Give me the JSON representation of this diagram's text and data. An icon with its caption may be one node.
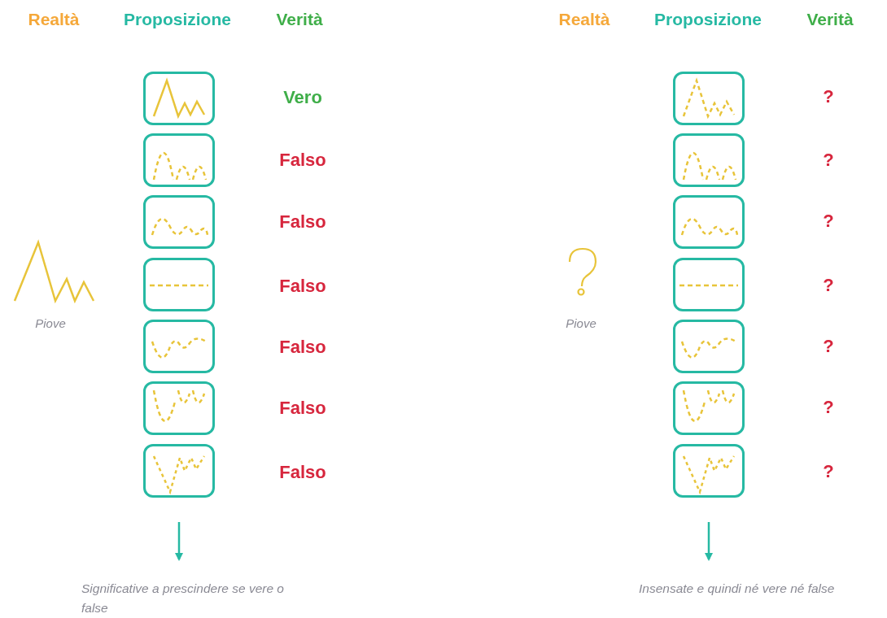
{
  "diagram": {
    "nodes": [
      {
        "text": [],
        "shape": "box"
      },
      {
        "text": [],
        "shape": "box"
      },
      {
        "text": [],
        "shape": "box"
      },
      {
        "text": [],
        "shape": "box"
      },
      {
        "text": [],
        "shape": "box"
      },
      {
        "text": [],
        "shape": "box"
      },
      {
        "text": [],
        "shape": "box"
      },
      {
        "text": [
          "Significative a prescindere se vere o false"
        ]
      },
      {
        "text": [],
        "shape": "box"
      },
      {
        "text": [],
        "shape": "box"
      },
      {
        "text": [],
        "shape": "box"
      },
      {
        "text": [],
        "shape": "box"
      },
      {
        "text": [],
        "shape": "box"
      },
      {
        "text": [],
        "shape": "box"
      },
      {
        "text": [],
        "shape": "box"
      },
      {
        "text": [
          "Insensate e quindi né vere né false"
        ]
      }
    ],
    "edges": [
      {
        "from": 6,
        "to": 7,
        "arrow": "to"
      },
      {
        "from": 14,
        "to": 15,
        "arrow": "to"
      }
    ],
    "labels": [
      "Realtà",
      "Proposizione",
      "Verità",
      "Vero",
      "Falso",
      "Falso",
      "Falso",
      "Falso",
      "Falso",
      "Falso",
      "Piove",
      "Realtà",
      "Proposizione",
      "Verità",
      "?",
      "?",
      "?",
      "?",
      "?",
      "?",
      "?",
      "Piove"
    ]
  }
}
